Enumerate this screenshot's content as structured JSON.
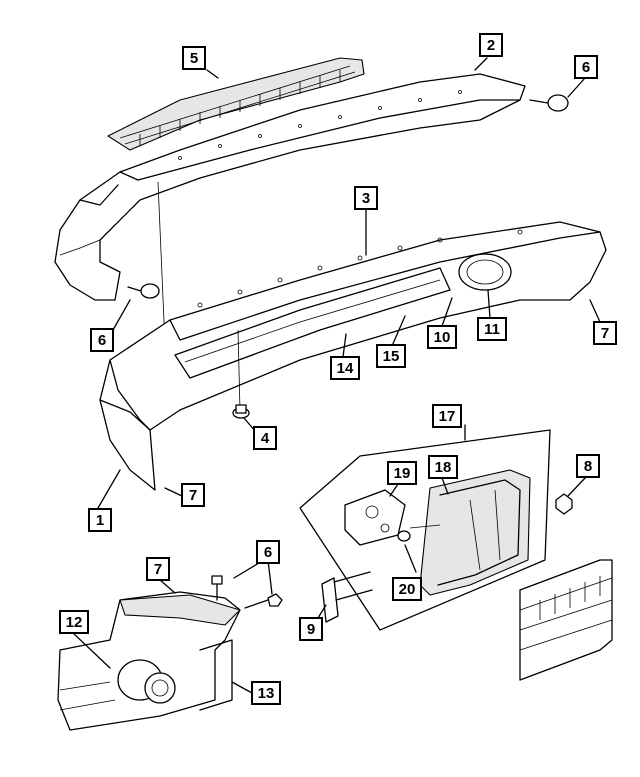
{
  "callouts": [
    {
      "id": "1",
      "text": "1"
    },
    {
      "id": "2",
      "text": "2"
    },
    {
      "id": "3",
      "text": "3"
    },
    {
      "id": "4",
      "text": "4"
    },
    {
      "id": "5",
      "text": "5"
    },
    {
      "id": "6a",
      "text": "6"
    },
    {
      "id": "6b",
      "text": "6"
    },
    {
      "id": "6c",
      "text": "6"
    },
    {
      "id": "7a",
      "text": "7"
    },
    {
      "id": "7b",
      "text": "7"
    },
    {
      "id": "7c",
      "text": "7"
    },
    {
      "id": "8",
      "text": "8"
    },
    {
      "id": "9",
      "text": "9"
    },
    {
      "id": "10",
      "text": "10"
    },
    {
      "id": "11",
      "text": "11"
    },
    {
      "id": "12",
      "text": "12"
    },
    {
      "id": "13",
      "text": "13"
    },
    {
      "id": "14",
      "text": "14"
    },
    {
      "id": "15",
      "text": "15"
    },
    {
      "id": "17",
      "text": "17"
    },
    {
      "id": "18",
      "text": "18"
    },
    {
      "id": "19",
      "text": "19"
    },
    {
      "id": "20",
      "text": "20"
    }
  ]
}
